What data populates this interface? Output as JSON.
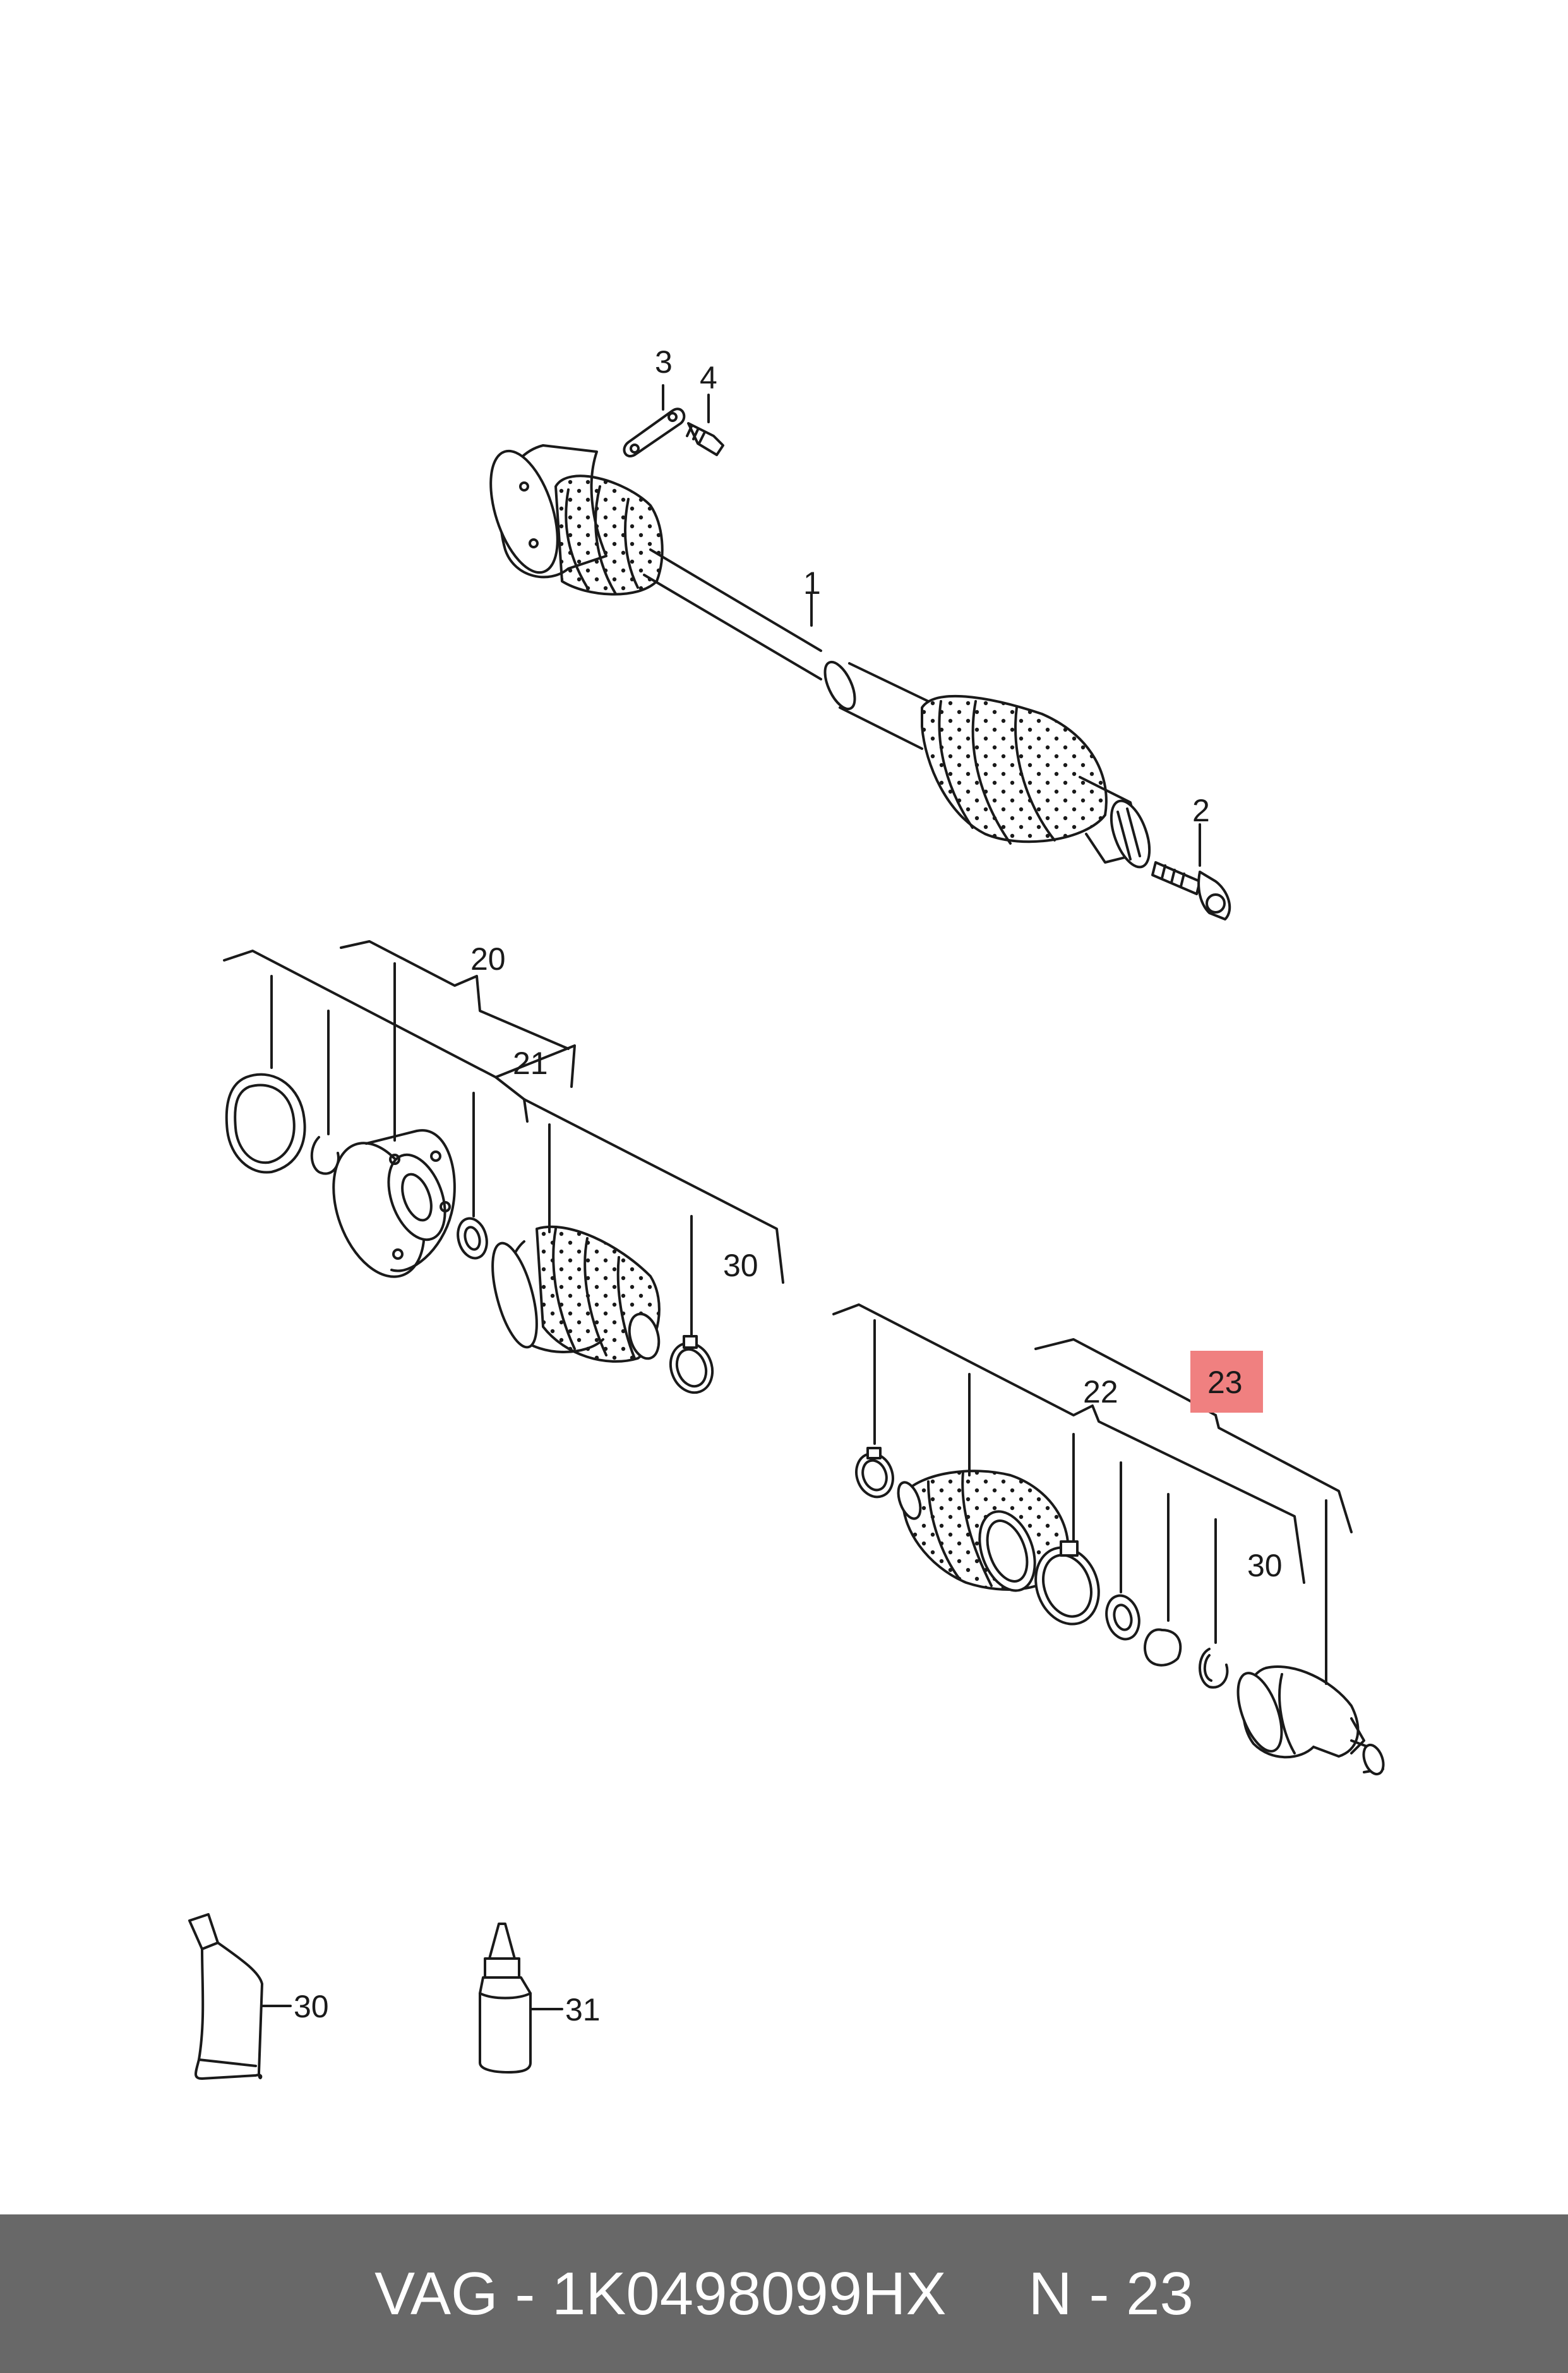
{
  "colors": {
    "line": "#1a1a1a",
    "highlight": "#f08080",
    "footer_bg": "#686868",
    "footer_text": "#ffffff"
  },
  "callouts": {
    "c1": "1",
    "c2": "2",
    "c3": "3",
    "c4": "4",
    "c20": "20",
    "c21": "21",
    "c30a": "30",
    "c22": "22",
    "c23": "23",
    "c30b": "30",
    "c30c": "30",
    "c31": "31"
  },
  "highlighted_part": "23",
  "footer": {
    "part_text": "VAG - 1K0498099HX",
    "position_text": "N - 23"
  }
}
